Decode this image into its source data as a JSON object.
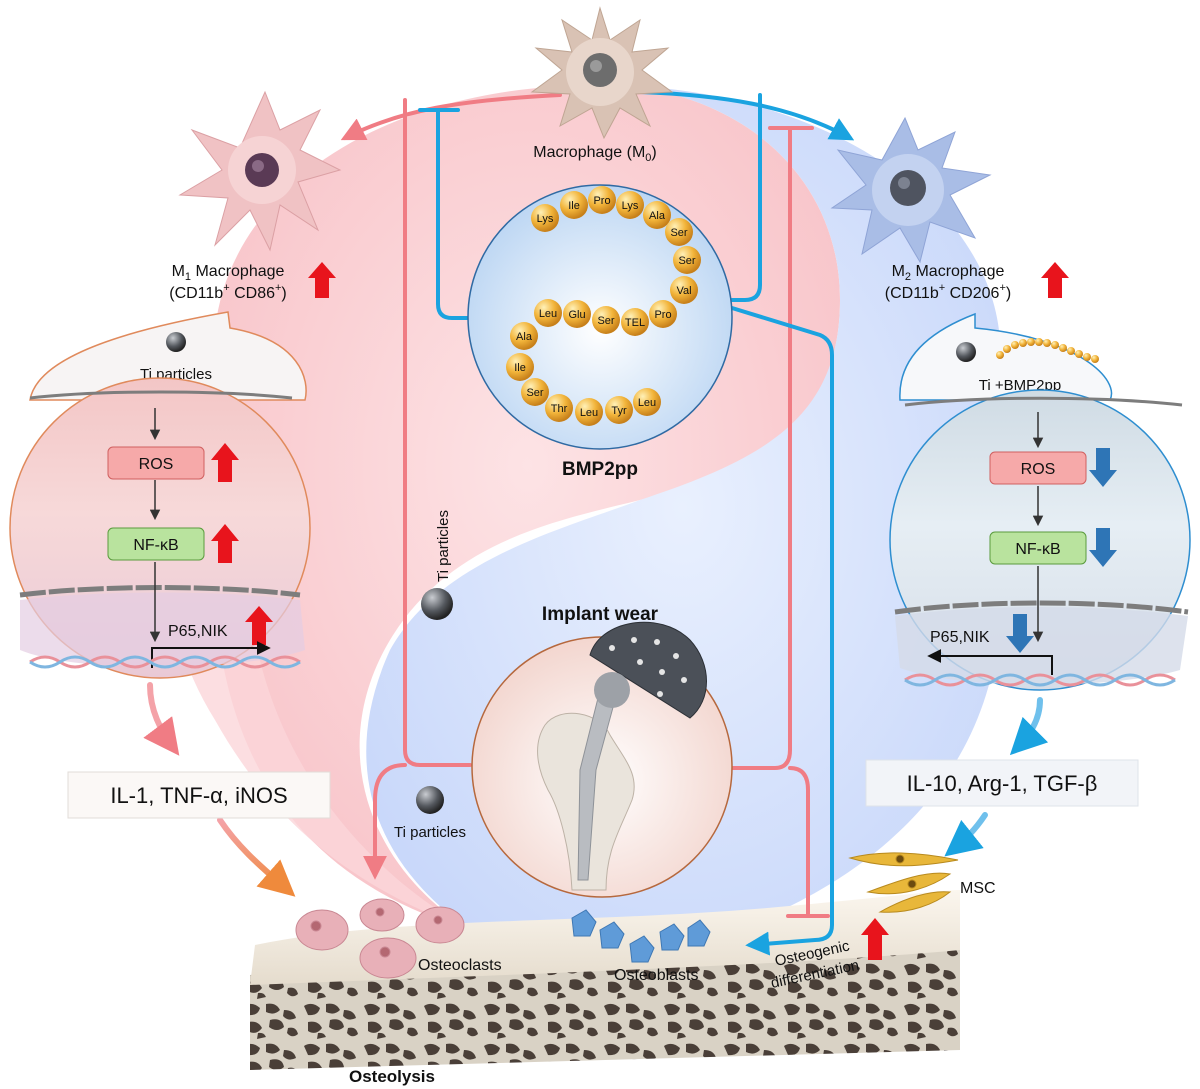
{
  "top": {
    "macrophage_m0_label": "Macrophage (M",
    "macrophage_m0_sub": "0",
    "macrophage_m0_close": ")"
  },
  "m1": {
    "title_prefix": "M",
    "title_sub": "1",
    "title_rest": " Macrophage",
    "marker_a": "(CD11b",
    "marker_b": "CD86",
    "marker_close": ")",
    "sup": "+",
    "stimulus": "Ti particles",
    "ros": "ROS",
    "nfkb": "NF-κB",
    "genes": "P65,NIK",
    "cytokines": "IL-1, TNF-α, iNOS"
  },
  "m2": {
    "title_prefix": "M",
    "title_sub": "2",
    "title_rest": " Macrophage",
    "marker_a": "(CD11b",
    "marker_b": "CD206",
    "marker_close": ")",
    "sup": "+",
    "stimulus": "Ti +BMP2pp",
    "ros": "ROS",
    "nfkb": "NF-κB",
    "genes": "P65,NIK",
    "cytokines": "IL-10, Arg-1, TGF-β"
  },
  "peptide": {
    "name": "BMP2pp",
    "residues": [
      "Lys",
      "Ile",
      "Pro",
      "Lys",
      "Ala",
      "Ser",
      "Ser",
      "Val",
      "Pro",
      "TEL",
      "Ser",
      "Glu",
      "Leu",
      "Ala",
      "Ile",
      "Ser",
      "Thr",
      "Leu",
      "Tyr",
      "Leu"
    ]
  },
  "center": {
    "ti_particles_vertical": "Ti particles",
    "implant_wear": "Implant wear",
    "ti_particles_lower": "Ti particles"
  },
  "bone": {
    "osteoclasts": "Osteoclasts",
    "osteoblasts": "Osteoblasts",
    "osteogenic_line1": "Osteogenic",
    "osteogenic_line2": "differentiation",
    "msc": "MSC",
    "osteolysis": "Osteolysis"
  },
  "colors": {
    "red_path": "#f07c84",
    "blue_path": "#1aa3e0",
    "up_arrow": "#e8141c",
    "down_arrow": "#2e75b6",
    "m1_region": "#fbd3d6",
    "m2_region": "#d5e1fb"
  }
}
